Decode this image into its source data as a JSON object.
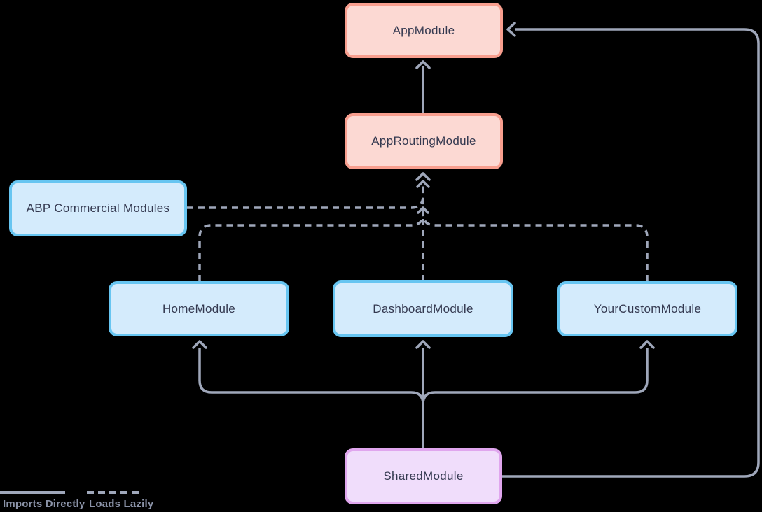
{
  "diagram": {
    "nodes": {
      "app": {
        "label": "AppModule",
        "color": "pink"
      },
      "routing": {
        "label": "AppRoutingModule",
        "color": "pink"
      },
      "abp": {
        "label": "ABP Commercial Modules",
        "color": "blue"
      },
      "home": {
        "label": "HomeModule",
        "color": "blue"
      },
      "dashboard": {
        "label": "DashboardModule",
        "color": "blue"
      },
      "custom": {
        "label": "YourCustomModule",
        "color": "blue"
      },
      "shared": {
        "label": "SharedModule",
        "color": "purple"
      }
    },
    "edges": [
      {
        "from": "AppRoutingModule",
        "to": "AppModule",
        "style": "solid"
      },
      {
        "from": "SharedModule",
        "to": "AppModule",
        "style": "solid"
      },
      {
        "from": "SharedModule",
        "to": "HomeModule",
        "style": "solid"
      },
      {
        "from": "SharedModule",
        "to": "DashboardModule",
        "style": "solid"
      },
      {
        "from": "SharedModule",
        "to": "YourCustomModule",
        "style": "solid"
      },
      {
        "from": "ABP Commercial Modules",
        "to": "AppRoutingModule",
        "style": "dashed"
      },
      {
        "from": "HomeModule",
        "to": "AppRoutingModule",
        "style": "dashed"
      },
      {
        "from": "DashboardModule",
        "to": "AppRoutingModule",
        "style": "dashed"
      },
      {
        "from": "YourCustomModule",
        "to": "AppRoutingModule",
        "style": "dashed"
      }
    ],
    "legend": {
      "imports_label": "Imports Directly",
      "lazy_label": "Loads Lazily"
    },
    "colors": {
      "background": "#000000",
      "edge_line": "#9fa7ba",
      "node_text": "#343950",
      "legend_text": "#8b93a8",
      "pink_fill": "#fcd9d3",
      "pink_border": "#f89e8e",
      "blue_fill": "#d4ebfc",
      "blue_border": "#67c5f1",
      "purple_fill": "#f0ddfb",
      "purple_border": "#e0a6ee"
    }
  }
}
